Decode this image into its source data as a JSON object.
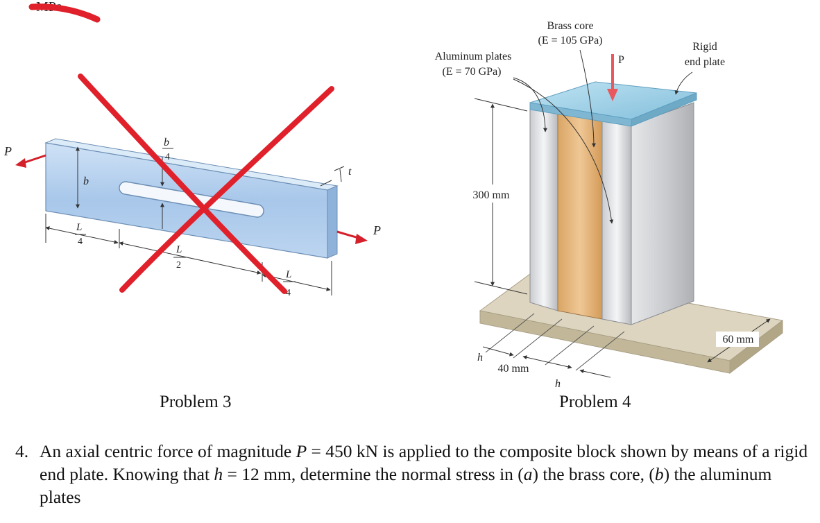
{
  "top_fragment": "MPa",
  "problem3": {
    "caption": "Problem 3",
    "labels": {
      "P_left": "P",
      "P_right": "P",
      "b": "b",
      "b_over_4": "b",
      "four": "4",
      "t": "t",
      "L": "L",
      "four_a": "4",
      "two": "2",
      "four_b": "4"
    }
  },
  "problem4": {
    "caption": "Problem 4",
    "labels": {
      "brass_line1": "Brass core",
      "brass_line2": "(E = 105 GPa)",
      "alum_line1": "Aluminum plates",
      "alum_line2": "(E = 70 GPa)",
      "rigid_line1": "Rigid",
      "rigid_line2": "end plate",
      "P": "P",
      "height": "300 mm",
      "depth": "60 mm",
      "width": "40 mm",
      "h": "h"
    }
  },
  "problem_text": {
    "number": "4.",
    "part1": "An axial centric force of magnitude ",
    "P": "P",
    "part2": " = 450 kN is applied to the composite block shown by means of a rigid end plate. Knowing that ",
    "h": "h",
    "part3": " = 12 mm, determine the normal stress in (",
    "a": "a",
    "part4": ") the brass core, (",
    "b": "b",
    "part5": ") the aluminum plates"
  },
  "colors": {
    "annotation_red": "#e0202a",
    "arrow_red": "#d4202a",
    "plate_blue": "#a9c9ec",
    "brass": "#e2b47c",
    "base": "#d6cdb6",
    "top_blue": "#9fd0e6"
  }
}
